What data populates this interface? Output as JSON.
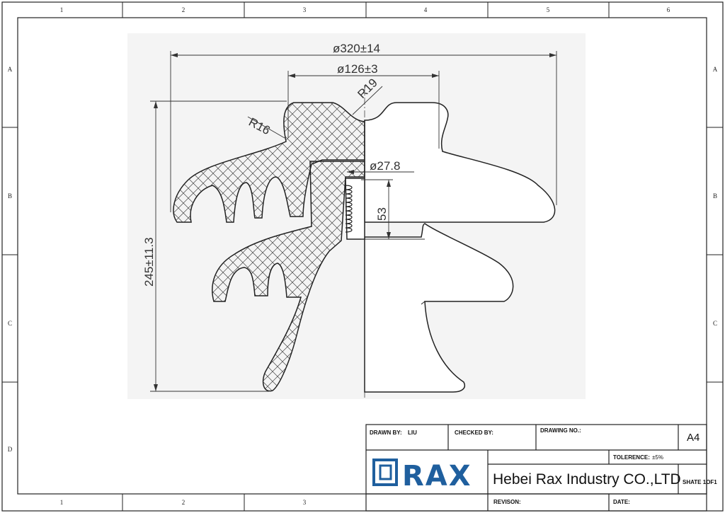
{
  "zones": {
    "columns": [
      "1",
      "2",
      "3",
      "4",
      "5",
      "6"
    ],
    "rows": [
      "A",
      "B",
      "C",
      "D"
    ]
  },
  "dimensions": {
    "outer_diameter": "ø320±14",
    "inner_diameter": "ø126±3",
    "radius_top": "R19",
    "radius_side": "R16",
    "pin_diameter": "ø27.8",
    "thread_length": "53",
    "height": "245±11.3"
  },
  "title_block": {
    "drawn_by_label": "DRAWN BY:",
    "drawn_by_value": "LIU",
    "checked_by_label": "CHECKED BY:",
    "drawing_no_label": "DRAWING NO.:",
    "sheet_size": "A4",
    "tolerance_label": "TOLERENCE:",
    "tolerance_value": "±5%",
    "logo_text": "RAX",
    "company": "Hebei Rax Industry CO.,LTD",
    "sheet": "SHATE 1OF1",
    "revision_label": "REVISON:",
    "date_label": "DATE:"
  },
  "colors": {
    "line": "#222222",
    "logo_blue": "#1f5f9e",
    "background": "#f4f4f4"
  }
}
